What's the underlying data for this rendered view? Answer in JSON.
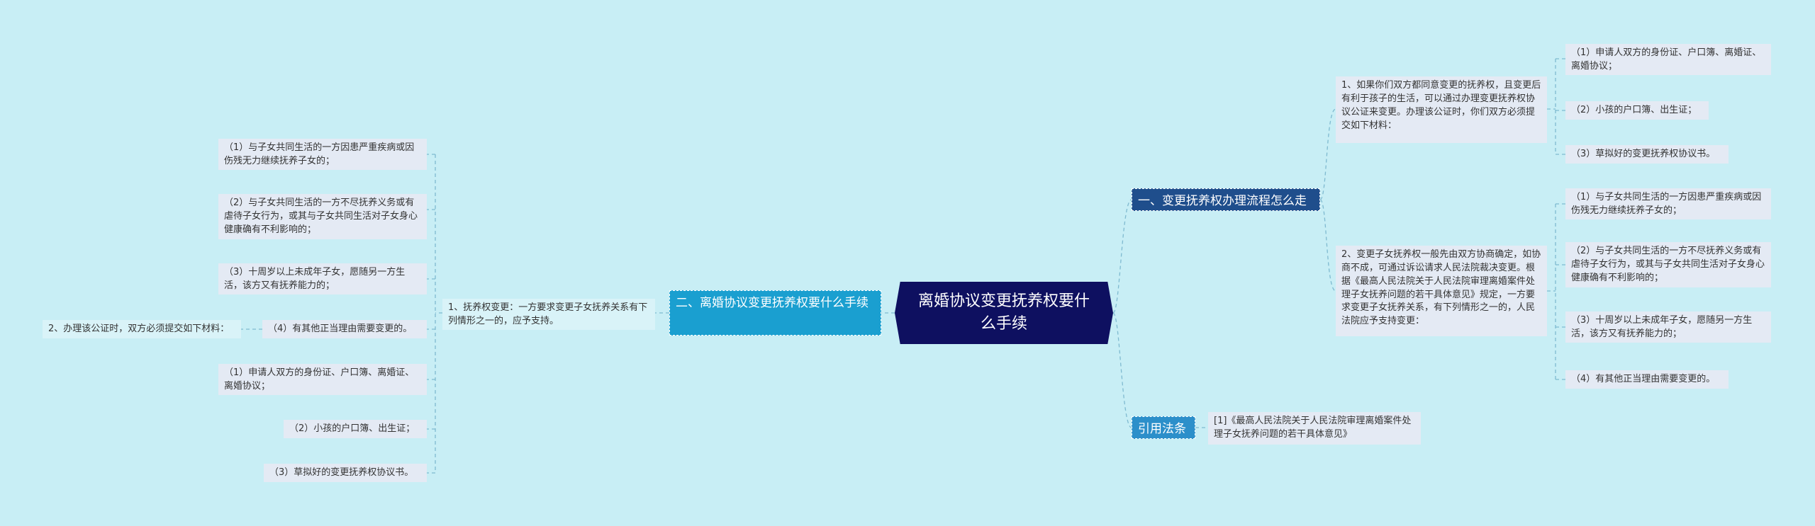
{
  "root": {
    "title": "离婚协议变更抚养权要什么手续"
  },
  "right": {
    "branch1": {
      "label": "一、变更抚养权办理流程怎么走",
      "sub1": {
        "text": "1、如果你们双方都同意变更的抚养权，且变更后有利于孩子的生活，可以通过办理变更抚养权协议公证来变更。办理该公证时，你们双方必须提交如下材料：",
        "items": [
          "（1）申请人双方的身份证、户口簿、离婚证、离婚协议；",
          "（2）小孩的户口簿、出生证；",
          "（3）草拟好的变更抚养权协议书。"
        ]
      },
      "sub2": {
        "text": "2、变更子女抚养权一般先由双方协商确定，如协商不成，可通过诉讼请求人民法院裁决变更。根据《最高人民法院关于人民法院审理离婚案件处理子女抚养问题的若干具体意见》规定，一方要求变更子女抚养关系，有下列情形之一的，人民法院应予支持变更：",
        "items": [
          "（1）与子女共同生活的一方因患严重疾病或因伤残无力继续抚养子女的；",
          "（2）与子女共同生活的一方不尽抚养义务或有虐待子女行为，或其与子女共同生活对子女身心健康确有不利影响的；",
          "（3）十周岁以上未成年子女，愿随另一方生活，该方又有抚养能力的；",
          "（4）有其他正当理由需要变更的。"
        ]
      }
    },
    "branch2": {
      "label": "引用法条",
      "ref": "[1]《最高人民法院关于人民法院审理离婚案件处理子女抚养问题的若干具体意见》"
    }
  },
  "left": {
    "branch": {
      "label": "二、离婚协议变更抚养权要什么手续",
      "sub1": {
        "text": "1、抚养权变更：一方要求变更子女抚养关系有下列情形之一的，应予支持。"
      },
      "sub2": {
        "text": "2、办理该公证时，双方必须提交如下材料："
      },
      "items": [
        "（1）与子女共同生活的一方因患严重疾病或因伤残无力继续抚养子女的；",
        "（2）与子女共同生活的一方不尽抚养义务或有虐待子女行为，或其与子女共同生活对子女身心健康确有不利影响的；",
        "（3）十周岁以上未成年子女，愿随另一方生活，该方又有抚养能力的；",
        "（4）有其他正当理由需要变更的。",
        "（1）申请人双方的身份证、户口簿、离婚证、离婚协议；",
        "（2）小孩的户口簿、出生证；",
        "（3）草拟好的变更抚养权协议书。"
      ]
    }
  }
}
